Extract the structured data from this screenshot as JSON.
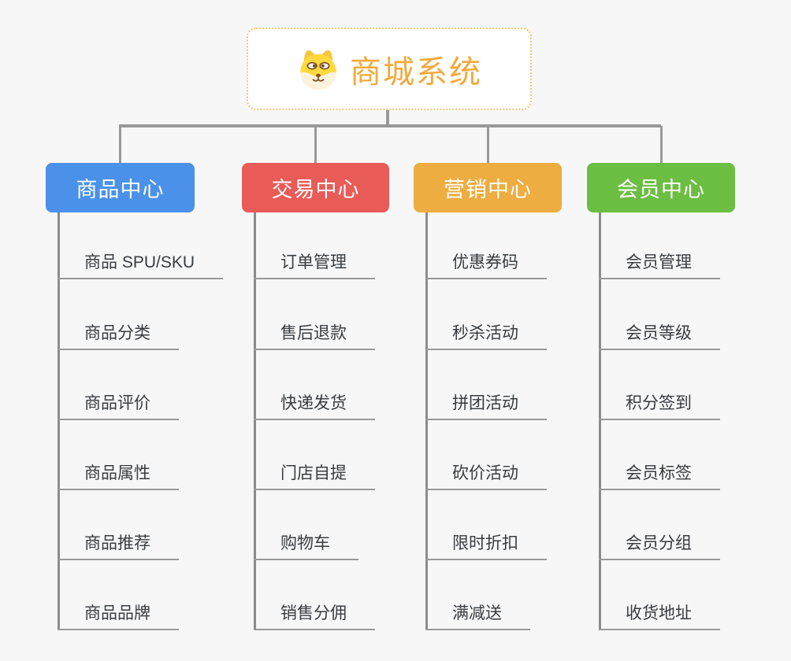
{
  "background": "#F7F7F7",
  "root": {
    "title": "商城系统",
    "icon": "dog-face-icon",
    "text_color": "#F2A93B",
    "border_color": "#F0C678",
    "fill": "#FFFFFF"
  },
  "connector_color": "#999999",
  "trunk_color": "#8C8C8C",
  "leaf_text_color": "#383C40",
  "branches": [
    {
      "label": "商品中心",
      "color": "#4B91E9",
      "children": [
        "商品 SPU/SKU",
        "商品分类",
        "商品评价",
        "商品属性",
        "商品推荐",
        "商品品牌"
      ]
    },
    {
      "label": "交易中心",
      "color": "#E85B57",
      "children": [
        "订单管理",
        "售后退款",
        "快递发货",
        "门店自提",
        "购物车",
        "销售分佣"
      ]
    },
    {
      "label": "营销中心",
      "color": "#EDAD40",
      "children": [
        "优惠券码",
        "秒杀活动",
        "拼团活动",
        "砍价活动",
        "限时折扣",
        "满减送"
      ]
    },
    {
      "label": "会员中心",
      "color": "#6CBE42",
      "children": [
        "会员管理",
        "会员等级",
        "积分签到",
        "会员标签",
        "会员分组",
        "收货地址"
      ]
    }
  ]
}
